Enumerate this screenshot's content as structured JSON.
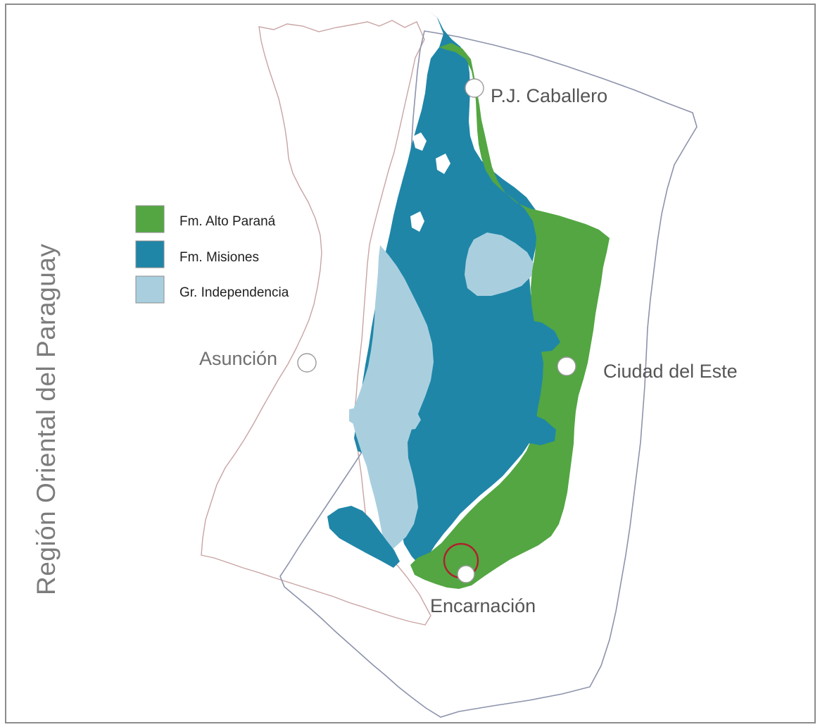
{
  "map": {
    "side_title": "Región Oriental del Paraguay",
    "colors": {
      "alto_parana": "#53a642",
      "misiones": "#1f86a8",
      "independencia": "#a9cfdf",
      "west_boundary": "#c9a4a4",
      "east_boundary": "#8d93ab",
      "highlight_ring": "#b0202c"
    },
    "legend": {
      "items": [
        {
          "label": "Fm. Alto Paraná",
          "color": "#53a642"
        },
        {
          "label": "Fm. Misiones",
          "color": "#1f86a8"
        },
        {
          "label": "Gr. Independencia",
          "color": "#a9cfdf"
        }
      ]
    },
    "cities": {
      "caballero": "P.J. Caballero",
      "asuncion": "Asunción",
      "ciudad_este": "Ciudad del Este",
      "encarnacion": "Encarnación"
    }
  }
}
